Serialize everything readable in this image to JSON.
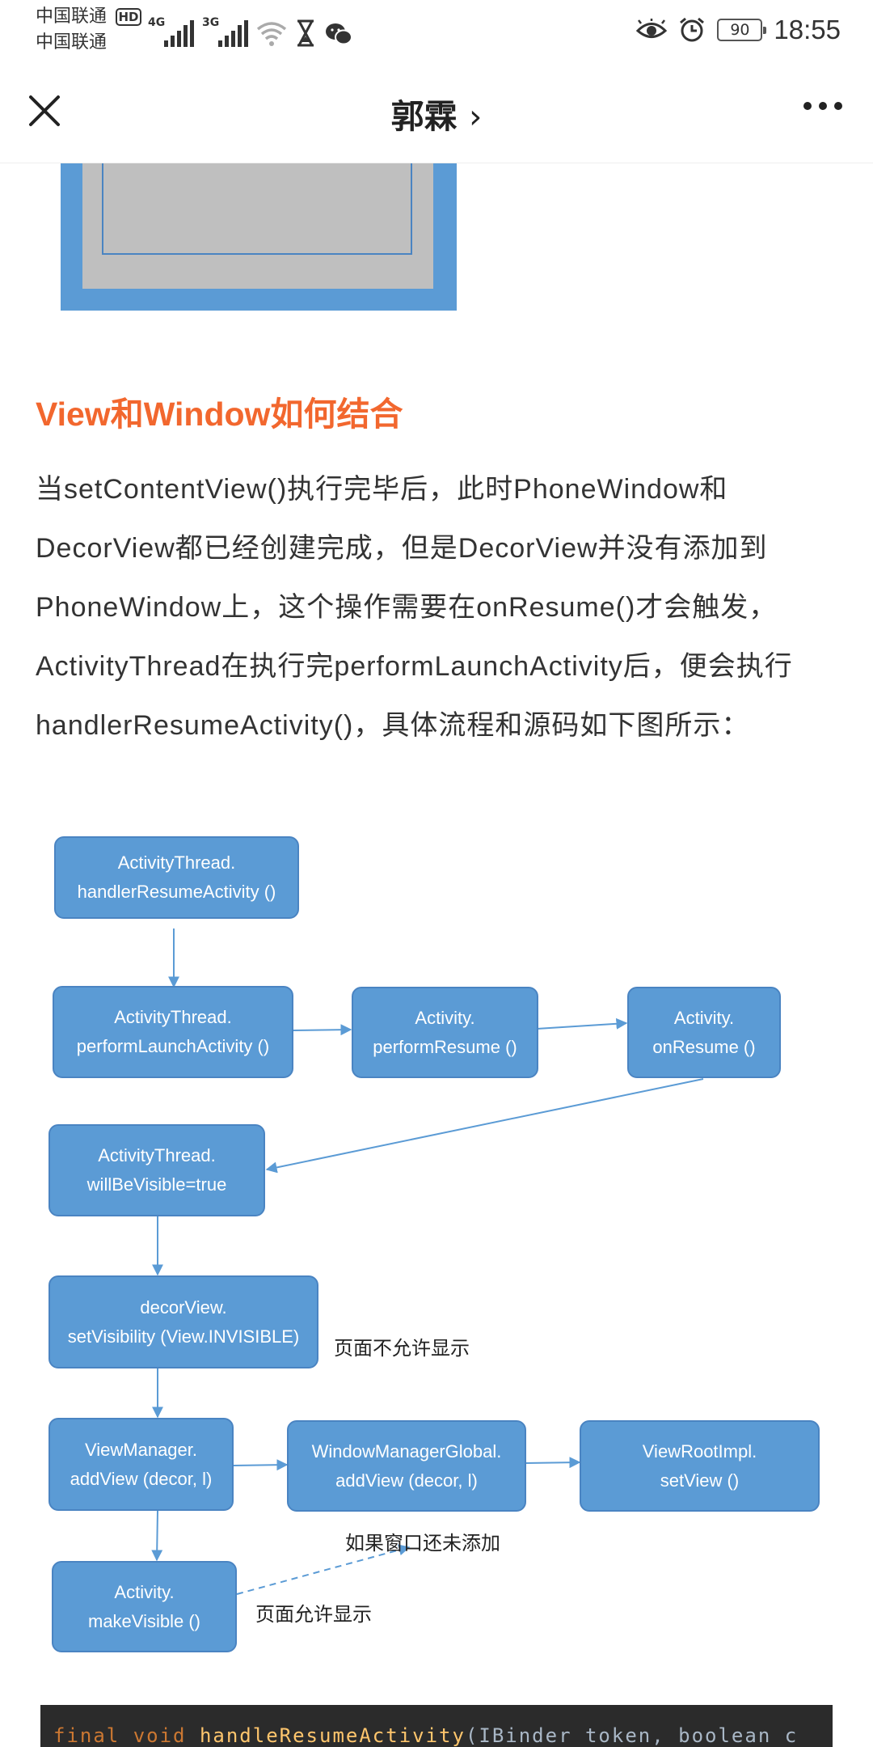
{
  "status_bar": {
    "carrier_1": "中国联通",
    "carrier_2": "中国联通",
    "hd_badge": "HD",
    "net_1": "4G",
    "net_2": "3G",
    "battery": "90",
    "time": "18:55"
  },
  "nav": {
    "title": "郭霖",
    "title_arrow": "›"
  },
  "article": {
    "heading": "View和Window如何结合",
    "paragraph": "当setContentView()执行完毕后，此时PhoneWindow和DecorView都已经创建完成，但是DecorView并没有添加到PhoneWindow上，这个操作需要在onResume()才会触发，ActivityThread在执行完performLaunchActivity后，便会执行handlerResumeActivity()，具体流程和源码如下图所示："
  },
  "flowchart": {
    "boxes": {
      "b1_l1": "ActivityThread.",
      "b1_l2": "handlerResumeActivity ()",
      "b2_l1": "ActivityThread.",
      "b2_l2": "performLaunchActivity ()",
      "b3_l1": "Activity.",
      "b3_l2": "performResume ()",
      "b4_l1": "Activity.",
      "b4_l2": "onResume ()",
      "b5_l1": "ActivityThread.",
      "b5_l2": "willBeVisible=true",
      "b6_l1": "decorView.",
      "b6_l2": "setVisibility (View.INVISIBLE)",
      "b7_l1": "ViewManager.",
      "b7_l2": "addView (decor, l)",
      "b8_l1": "WindowManagerGlobal.",
      "b8_l2": "addView (decor, l)",
      "b9_l1": "ViewRootImpl.",
      "b9_l2": "setView ()",
      "b10_l1": "Activity.",
      "b10_l2": "makeVisible ()"
    },
    "notes": {
      "invisible": "页面不允许显示",
      "not_added": "如果窗口还未添加",
      "visible": "页面允许显示"
    }
  },
  "code": {
    "kw1": "final",
    "kw2": "void",
    "method": "handleResumeActivity",
    "params": "(IBinder token, boolean c"
  },
  "colors": {
    "heading": "#f2672e",
    "box_fill": "#5b9bd5",
    "code_bg": "#2b2b2b"
  }
}
